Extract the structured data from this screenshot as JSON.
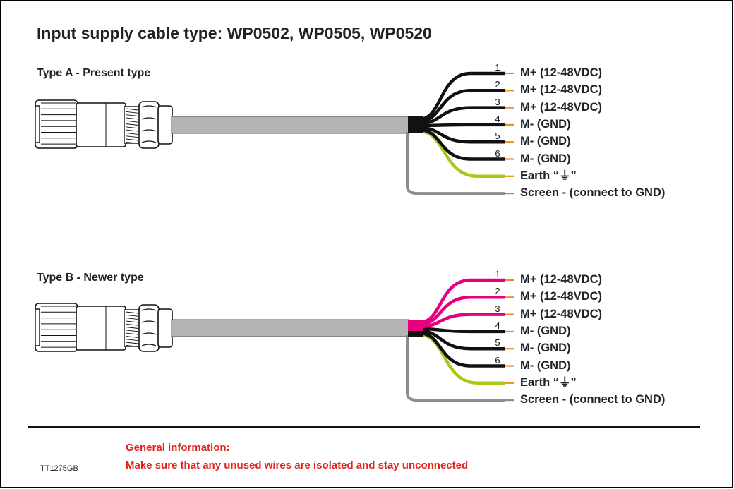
{
  "title": "Input supply cable type: WP0502, WP0505, WP0520",
  "colors": {
    "black_wire": "#111111",
    "magenta_wire": "#e6007e",
    "earth_wire": "#a8c81e",
    "screen_wire": "#8c8c8c",
    "cable": "#b4b4b4",
    "tip": "#f08c1e",
    "info_text": "#e2231a"
  },
  "cables": [
    {
      "label": "Type A - Present type",
      "wires": [
        {
          "num": "1",
          "label": "M+ (12-48VDC)",
          "color": "black"
        },
        {
          "num": "2",
          "label": "M+ (12-48VDC)",
          "color": "black"
        },
        {
          "num": "3",
          "label": "M+ (12-48VDC)",
          "color": "black"
        },
        {
          "num": "4",
          "label": "M- (GND)",
          "color": "black"
        },
        {
          "num": "5",
          "label": "M- (GND)",
          "color": "black"
        },
        {
          "num": "6",
          "label": "M- (GND)",
          "color": "black"
        },
        {
          "num": "",
          "label": "Earth “⏚”",
          "color": "earth"
        },
        {
          "num": "",
          "label": "Screen - (connect to GND)",
          "color": "screen"
        }
      ]
    },
    {
      "label": "Type B - Newer type",
      "wires": [
        {
          "num": "1",
          "label": "M+ (12-48VDC)",
          "color": "magenta"
        },
        {
          "num": "2",
          "label": "M+ (12-48VDC)",
          "color": "magenta"
        },
        {
          "num": "3",
          "label": "M+ (12-48VDC)",
          "color": "magenta"
        },
        {
          "num": "4",
          "label": "M- (GND)",
          "color": "black"
        },
        {
          "num": "5",
          "label": "M- (GND)",
          "color": "black"
        },
        {
          "num": "6",
          "label": "M- (GND)",
          "color": "black"
        },
        {
          "num": "",
          "label": "Earth “⏚”",
          "color": "earth"
        },
        {
          "num": "",
          "label": "Screen - (connect to GND)",
          "color": "screen"
        }
      ]
    }
  ],
  "info": {
    "heading": "General information:",
    "text": "Make sure that any unused wires are isolated and stay unconnected"
  },
  "doc_code": "TT1275GB"
}
